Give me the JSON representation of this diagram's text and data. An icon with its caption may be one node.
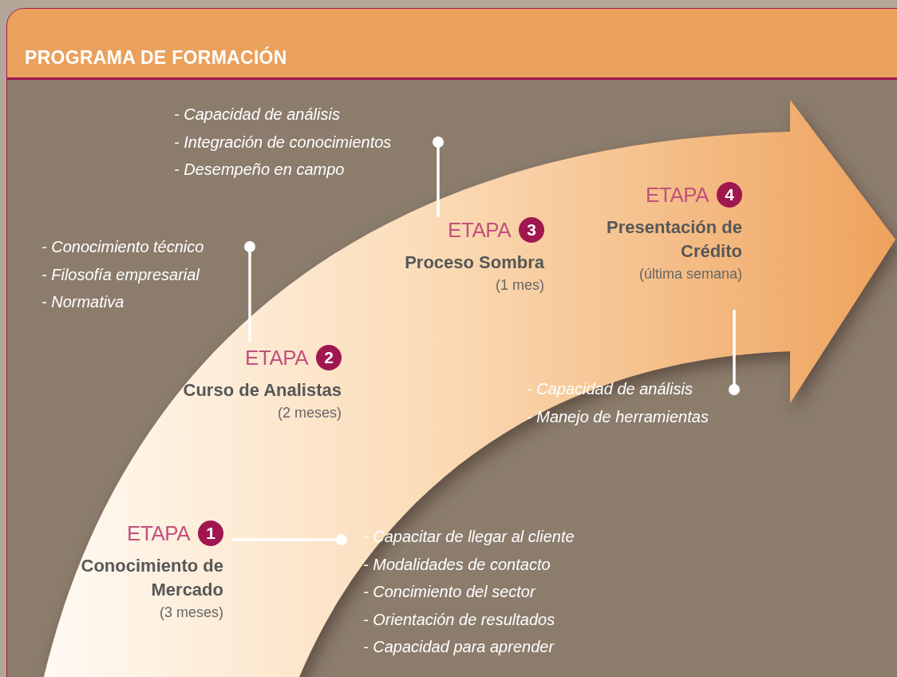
{
  "diagram": {
    "title": "PROGRAMA DE FORMACIÓN",
    "nodes": [
      {
        "text": [
          "- Capacidad de análisis",
          "- Integración de conocimientos",
          "- Desempeño en campo"
        ]
      },
      {
        "text": [
          "ETAPA",
          "3",
          "Proceso Sombra",
          "(1 mes)"
        ]
      },
      {
        "text": [
          "- Conocimiento técnico",
          "- Filosofía empresarial",
          "- Normativa"
        ]
      },
      {
        "text": [
          "ETAPA",
          "4",
          "Presentación de Crédito",
          "(última semana)"
        ]
      },
      {
        "text": [
          "ETAPA",
          "2",
          "Curso de Analistas",
          "(2 meses)"
        ]
      },
      {
        "text": [
          "- Capacidad de análisis",
          "- Manejo de herramientas"
        ]
      },
      {
        "text": [
          "ETAPA",
          "1",
          "Conocimiento de Mercado",
          "(3 meses)"
        ]
      },
      {
        "text": [
          "- Capacitar de llegar al cliente",
          "- Modalidades de contacto",
          "- Concimiento del sector",
          "- Orientación de resultados",
          "- Capacidad para aprender"
        ]
      }
    ],
    "edges": [
      {
        "from": 1,
        "to": 0,
        "arrow": "other"
      },
      {
        "from": 4,
        "to": 2,
        "arrow": "other"
      },
      {
        "from": 3,
        "to": 5,
        "arrow": "other"
      },
      {
        "from": 6,
        "to": 7,
        "arrow": "other"
      }
    ]
  }
}
